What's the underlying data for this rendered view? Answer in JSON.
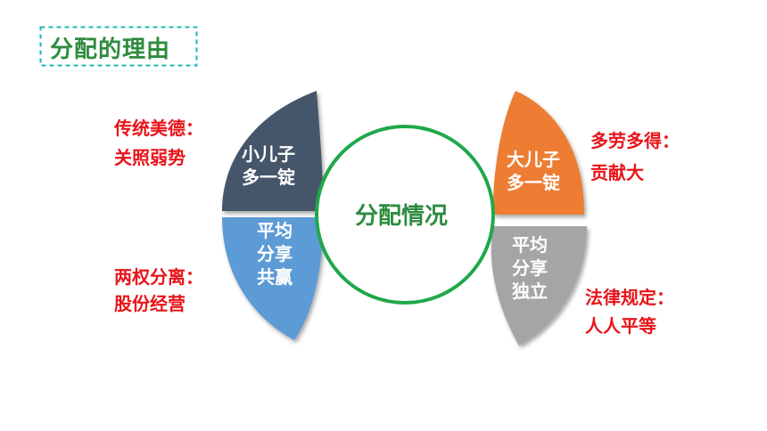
{
  "title": "分配的理由",
  "center": "分配情况",
  "segments": {
    "top_left": [
      "小儿子",
      "多一锭"
    ],
    "bottom_left": [
      "平均",
      "分享",
      "共赢"
    ],
    "top_right": [
      "大儿子",
      "多一锭"
    ],
    "bottom_right": [
      "平均",
      "分享",
      "独立"
    ]
  },
  "notes": {
    "left_top": [
      "传统美德：",
      "关照弱势"
    ],
    "left_bottom": [
      "两权分离：",
      "股份经营"
    ],
    "right_top": [
      "多劳多得：",
      "贡献大"
    ],
    "right_bottom": [
      "法律规定：",
      "人人平等"
    ]
  },
  "colors": {
    "title_green": "#2e8b3e",
    "circle_green": "#20a84a",
    "top_left_fill": "#44546a",
    "bottom_left_fill": "#5b9bd5",
    "top_right_fill": "#ed7d31",
    "bottom_right_fill": "#a5a5a5",
    "note_red": "#e8141b",
    "title_border": "#25b5b5"
  }
}
